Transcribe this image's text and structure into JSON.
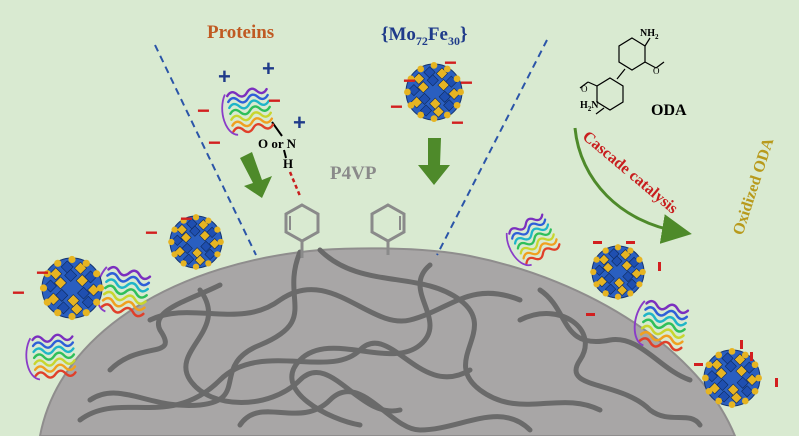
{
  "labels": {
    "proteins": "Proteins",
    "polyoxometalate_prefix": "{Mo",
    "polyoxometalate_sub1": "72",
    "polyoxometalate_mid": "Fe",
    "polyoxometalate_sub2": "30",
    "polyoxometalate_suffix": "}",
    "p4vp": "P4VP",
    "oda": "ODA",
    "cascade_catalysis": "Cascade catalysis",
    "oxidized_oda": "Oxidized ODA",
    "o_or_n": "O or N",
    "h": "H",
    "nh2_top": "NH",
    "nh2_top_sub": "2",
    "nh2_bottom": "H",
    "nh2_bottom_sub": "2",
    "nh2_bottom_end": "N"
  },
  "signs": {
    "plus": "+",
    "minus": "−"
  },
  "colors": {
    "background": "#d9ead1",
    "sphere": "#a8a6a6",
    "polymer_chain": "#6a6a6a",
    "dashed_line": "#2b55a8",
    "arrow_green": "#4e8a2a",
    "proteins_label": "#c05a22",
    "polyoxometalate_label": "#1f3b8a",
    "p4vp_label": "#8a8a8a",
    "cascade_label": "#c81e1e",
    "oxidized_label": "#b89a1c",
    "positive_charge": "#1f3b8a",
    "negative_charge": "#d21f1f",
    "hydrogen_bond": "#c81e1e",
    "cluster_blue": "#1f4fb0",
    "cluster_gold": "#e6b422"
  },
  "icons": {
    "protein": "protein-ribbon-icon",
    "cluster": "polyoxometalate-cluster-icon",
    "pyridine": "pyridine-ring-icon",
    "down_arrow": "green-down-arrow-icon",
    "curved_arrow": "green-curved-arrow-icon"
  }
}
